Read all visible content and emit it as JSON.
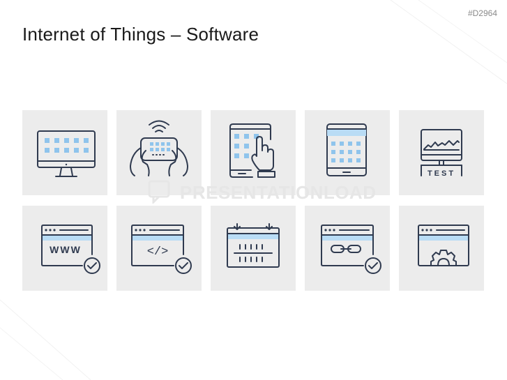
{
  "slide": {
    "code": "#D2964",
    "title": "Internet of Things – Software"
  },
  "watermark": {
    "text": "PRESENTATIONLOAD"
  },
  "tiles": [
    {
      "icon": "desktop-monitor-icon"
    },
    {
      "icon": "hands-tablet-wifi-icon"
    },
    {
      "icon": "tablet-touch-hand-icon"
    },
    {
      "icon": "tablet-calendar-icon"
    },
    {
      "icon": "test-monitor-icon",
      "label": "TEST"
    },
    {
      "icon": "browser-www-check-icon",
      "label": "WWW"
    },
    {
      "icon": "browser-code-check-icon",
      "label": "</>"
    },
    {
      "icon": "calendar-icon"
    },
    {
      "icon": "browser-link-check-icon"
    },
    {
      "icon": "browser-gear-icon"
    }
  ],
  "colors": {
    "tile_bg": "#ececec",
    "line": "#2f3a4f",
    "accent": "#8fc4ec",
    "bar": "#b9dcf5"
  }
}
